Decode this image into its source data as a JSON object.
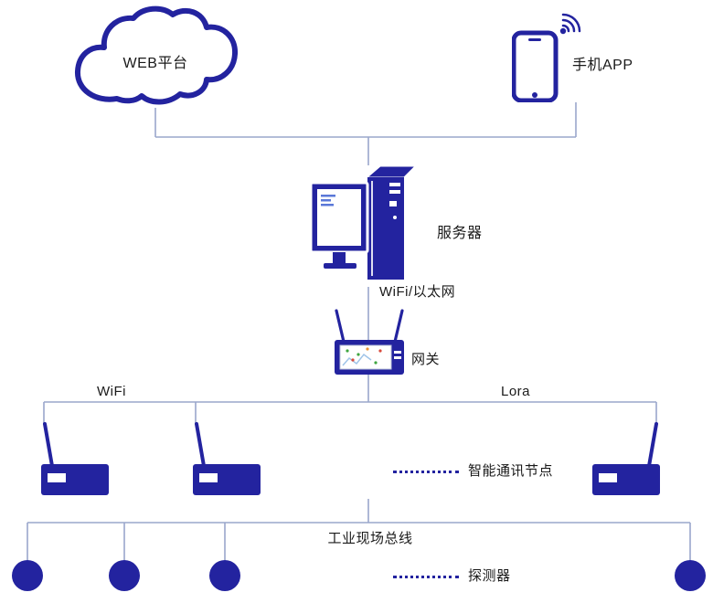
{
  "colors": {
    "primary": "#23239f",
    "connector": "#9aa7cb",
    "text": "#1a1a1a"
  },
  "labels": {
    "web_platform": "WEB平台",
    "mobile_app": "手机APP",
    "server": "服务器",
    "wifi_ethernet": "WiFi/以太网",
    "gateway": "网关",
    "wifi_branch": "WiFi",
    "lora_branch": "Lora",
    "smart_node": "智能通讯节点",
    "field_bus": "工业现场总线",
    "detector": "探测器"
  },
  "icons": {
    "cloud": "web-platform-cloud",
    "phone": "smartphone-with-signal-waves",
    "server": "desktop-computer-with-tower",
    "gateway": "router-with-two-antennas-and-map-screen",
    "node": "modem-box-with-antenna",
    "detector": "filled-circle-sensor",
    "separator": "dotted-line"
  }
}
